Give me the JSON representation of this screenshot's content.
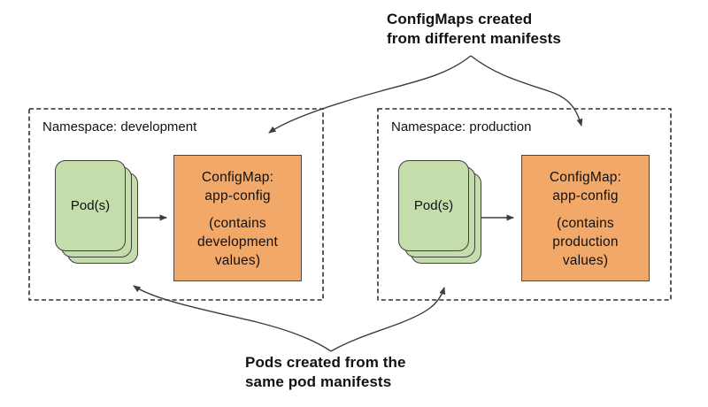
{
  "annotations": {
    "top": "ConfigMaps created\nfrom different manifests",
    "bottom": "Pods created from the\nsame pod manifests"
  },
  "namespaces": [
    {
      "label": "Namespace: development",
      "pod_label": "Pod(s)",
      "configmap_title": "ConfigMap:\napp-config",
      "configmap_body": "(contains\ndevelopment\nvalues)"
    },
    {
      "label": "Namespace: production",
      "pod_label": "Pod(s)",
      "configmap_title": "ConfigMap:\napp-config",
      "configmap_body": "(contains\nproduction\nvalues)"
    }
  ],
  "colors": {
    "pod_fill": "#c5dcab",
    "pod_border": "#3f3f3f",
    "configmap_fill": "#f2a869",
    "configmap_border": "#4a4a4a",
    "box_border": "#2e2e2e",
    "arrow_color": "#3d3d3d",
    "text_color": "#111111"
  }
}
